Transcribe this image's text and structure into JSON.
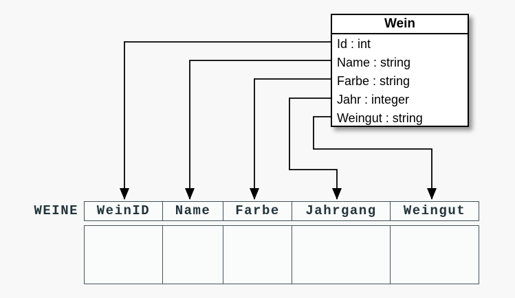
{
  "page": {
    "background_color": "#f8f8f8",
    "line_color": "#000000",
    "table_border_color": "#3e5157",
    "table_text_color": "#22343b"
  },
  "uml_class": {
    "title": "Wein",
    "attributes": [
      "Id : int",
      "Name : string",
      "Farbe : string",
      "Jahr : integer",
      "Weingut : string"
    ]
  },
  "table": {
    "label": "WEINE",
    "columns": [
      "WeinID",
      "Name",
      "Farbe",
      "Jahrgang",
      "Weingut"
    ],
    "body_row_values": [
      "",
      "",
      "",
      "",
      ""
    ]
  },
  "mappings": [
    {
      "from": "Id",
      "to": "WeinID"
    },
    {
      "from": "Name",
      "to": "Name"
    },
    {
      "from": "Farbe",
      "to": "Farbe"
    },
    {
      "from": "Jahr",
      "to": "Jahrgang"
    },
    {
      "from": "Weingut",
      "to": "Weingut"
    }
  ]
}
